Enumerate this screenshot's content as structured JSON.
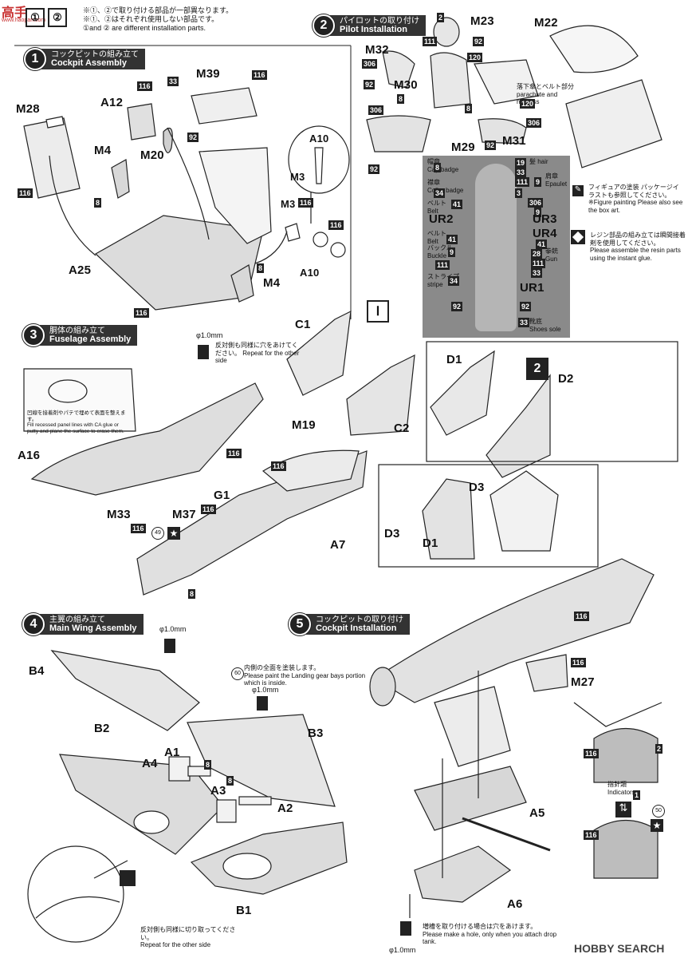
{
  "watermark_top": "高手",
  "watermark_top_sub": "www.haopan.com",
  "header": {
    "note_jp": "※①、②で取り付ける部品が一部異なります。",
    "note_jp2": "※①、②はそれぞれ使用しない部品です。",
    "note_en": "①and ② are different installation parts."
  },
  "steps": [
    {
      "num": "1",
      "jp": "コックピットの組み立て",
      "en": "Cockpit Assembly"
    },
    {
      "num": "2",
      "jp": "パイロットの取り付け",
      "en": "Pilot Installation"
    },
    {
      "num": "3",
      "jp": "胴体の組み立て",
      "en": "Fuselage Assembly"
    },
    {
      "num": "4",
      "jp": "主翼の組み立て",
      "en": "Main Wing Assembly"
    },
    {
      "num": "5",
      "jp": "コックピットの取り付け",
      "en": "Cockpit Installation"
    }
  ],
  "step1_labels": {
    "m39": "M39",
    "a12": "A12",
    "m28": "M28",
    "m4a": "M4",
    "m20": "M20",
    "a10a": "A10",
    "m3a": "M3",
    "m3b": "M3",
    "a25": "A25",
    "m4b": "M4",
    "a10b": "A10"
  },
  "step2_labels": {
    "m23": "M23",
    "m22": "M22",
    "m32": "M32",
    "m30": "M30",
    "m29": "M29",
    "m31": "M31",
    "parachute_jp": "落下傘とベルト部分",
    "parachute_en": "parachute and harness"
  },
  "figure_card": {
    "ur2": "UR2",
    "ur3": "UR3",
    "ur4": "UR4",
    "ur1": "UR1",
    "cap_badge_jp": "帽章",
    "cap_badge": "Cap badge",
    "hair_jp": "髪",
    "hair": "hair",
    "epaulet_jp": "肩章",
    "epaulet": "Epaulet",
    "collar_jp": "襟章",
    "collar": "Collar badge",
    "belt_jp": "ベルト",
    "belt": "Belt",
    "buckle_jp": "バックル",
    "buckle": "Buckle",
    "gun_jp": "拳銃",
    "gun": "Gun",
    "stripe_jp": "ストライプ",
    "stripe": "stripe",
    "sole_jp": "靴底",
    "sole": "Shoes sole"
  },
  "side_notes": {
    "paint_jp": "フィギュアの塗装 パッケージイラストも参照してください。",
    "paint_en": "※Figure painting Please also see the box art.",
    "resin_jp": "レジン部品の組み立ては瞬間接着剤を使用してください。",
    "resin_en": "Please assemble the resin parts using the instant glue."
  },
  "step3": {
    "hole": "φ1.0mm",
    "repeat_jp": "反対側も同様に穴をあけてください。",
    "repeat_en": "Repeat for the other side",
    "fill_jp": "凹線を接着剤やパテで埋めて表面を整えます。",
    "fill_en": "Fill recessed panel lines with CA glue or putty and plane the surface to erase them.",
    "labels": {
      "c1": "C1",
      "c2": "C2",
      "d1a": "D1",
      "d2": "D2",
      "d3a": "D3",
      "d3b": "D3",
      "d1b": "D1",
      "a16": "A16",
      "m19": "M19",
      "g1": "G1",
      "m33": "M33",
      "m37": "M37",
      "a7": "A7"
    },
    "roman1": "Ⅰ",
    "roman2": "2"
  },
  "step4": {
    "hole_a": "φ1.0mm",
    "hole_b": "φ1.0mm",
    "paint_note_jp": "内側の全面を塗装します。",
    "paint_note_en": "Please paint the Landing gear bays portion which is inside.",
    "repeat_jp": "反対側も同様に切り取ってください。",
    "repeat_en": "Repeat for the other side",
    "labels": {
      "b4": "B4",
      "b2": "B2",
      "b3": "B3",
      "a1": "A1",
      "a4": "A4",
      "a3": "A3",
      "a2": "A2",
      "b1": "B1"
    }
  },
  "step5": {
    "labels": {
      "m27": "M27",
      "a5": "A5",
      "a6": "A6"
    },
    "indicators_jp": "指針類",
    "indicators": "Indicators",
    "hole": "φ1.0mm",
    "drop_jp": "増槽を取り付ける場合は穴をあけます。",
    "drop_en": "Please make a hole, only when you attach drop tank."
  },
  "badges": {
    "b116": "116",
    "b33": "33",
    "b92": "92",
    "b8": "8",
    "b2": "2",
    "b111": "111",
    "b120": "120",
    "b306": "306",
    "b19": "19",
    "b9": "9",
    "b41": "41",
    "b34": "34",
    "b3": "3",
    "b28": "28",
    "b1": "1",
    "b50": "50",
    "b60": "60",
    "b49": "49"
  },
  "footer_brand": "HOBBY SEARCH"
}
